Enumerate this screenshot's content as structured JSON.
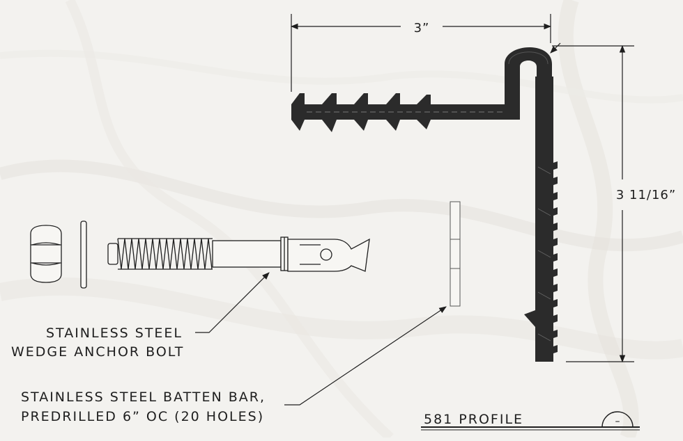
{
  "dimensions": {
    "width": "3”",
    "height": "3 11/16”"
  },
  "callouts": {
    "anchor_bolt": [
      "STAINLESS STEEL",
      "WEDGE ANCHOR BOLT"
    ],
    "batten_bar": [
      "STAINLESS STEEL BATTEN BAR,",
      "PREDRILLED 6” OC (20 HOLES)"
    ]
  },
  "title_block": {
    "label": "581 PROFILE",
    "symbol": "–"
  }
}
